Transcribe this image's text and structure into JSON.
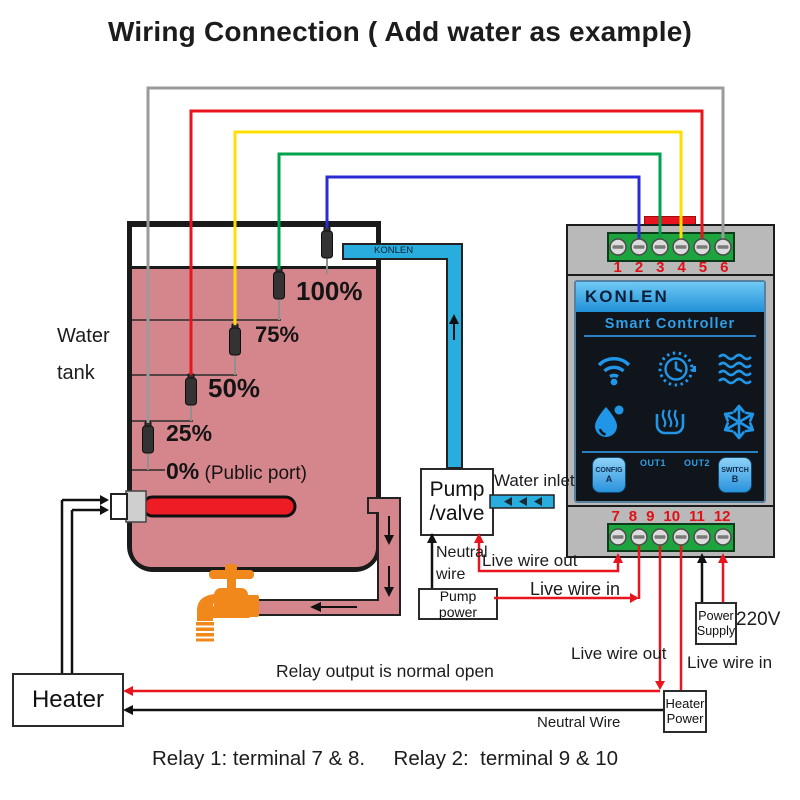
{
  "title": "Wiring Connection ( Add water as example)",
  "caption": "Relay 1: terminal 7 & 8.     Relay 2:  terminal 9 & 10",
  "tank": {
    "name_line1": "Water",
    "name_line2": "tank",
    "level_100": "100%",
    "level_75": "75%",
    "level_50": "50%",
    "level_25": "25%",
    "level_0": "0%",
    "level_0_suffix": " (Public port)"
  },
  "pipes": {
    "outlet_brand": "KONLEN",
    "inlet_label": "Water inlet"
  },
  "controller": {
    "brand": "KONLEN",
    "screen_title": "Smart Controller",
    "out1": "OUT1",
    "out2": "OUT2",
    "btn_config_top": "CONFIG",
    "btn_config_bottom": "A",
    "btn_switch_top": "SWITCH",
    "btn_switch_bottom": "B",
    "terminals_top": [
      "1",
      "2",
      "3",
      "4",
      "5",
      "6"
    ],
    "terminals_bottom": [
      "7",
      "8",
      "9",
      "10",
      "11",
      "12"
    ],
    "icons": [
      "wifi",
      "timer-dial",
      "water-waves",
      "water-drop",
      "heating",
      "snowflake"
    ]
  },
  "boxes": {
    "pump_line1": "Pump",
    "pump_line2": "/valve",
    "pump_power": "Pump power",
    "heater": "Heater",
    "heater_power_line1": "Heater",
    "heater_power_line2": "Power",
    "power_supply_line1": "Power",
    "power_supply_line2": "Supply",
    "voltage": "220V"
  },
  "wires": {
    "neutral_line1": "Neutral",
    "neutral_line2": "wire",
    "pump_live_out": "Live wire out",
    "pump_live_in": "Live wire in",
    "relay_note": "Relay output is normal open",
    "heater_live_out": "Live wire out",
    "heater_live_in": "Live wire in",
    "heater_neutral": "Neutral Wire"
  },
  "colors": {
    "water_pink": "#d5868d",
    "pipe_blue": "#29addf",
    "terminal_green": "#1da43e",
    "wire_red": "#e8151e",
    "wire_yellow": "#ffdf00",
    "wire_green": "#00a14b",
    "wire_blue": "#2b2bd4",
    "wire_gray": "#9b9b9b",
    "screen_accent": "#2196e8",
    "element_red": "#ee1c25",
    "faucet_orange": "#f0881c"
  }
}
